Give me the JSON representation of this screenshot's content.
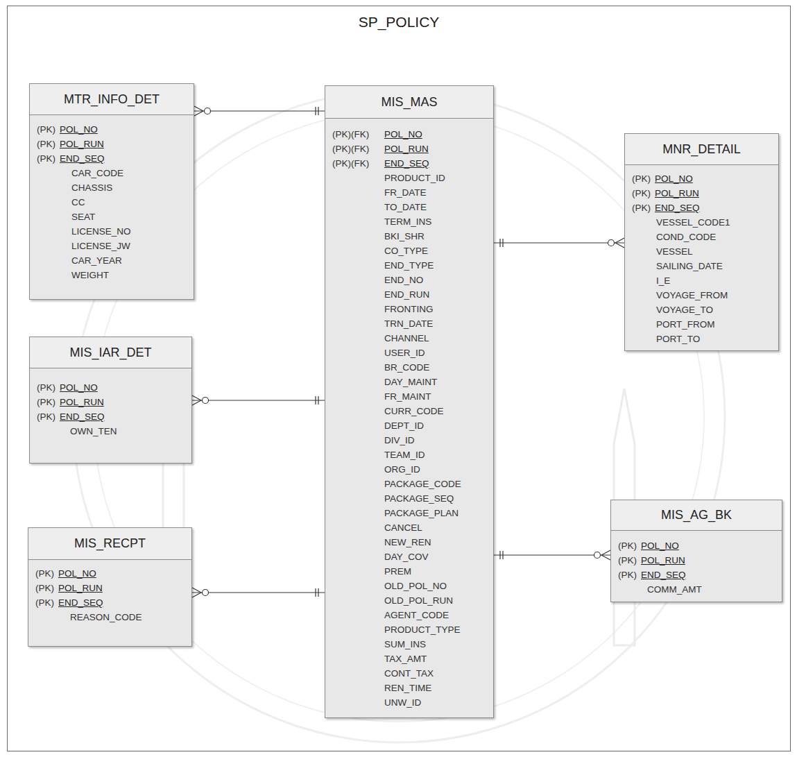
{
  "diagram": {
    "nodes": [
      {
        "text": [
          "SP_POLICY"
        ]
      },
      {
        "text": [
          "MTR_INFO_DET",
          "(PK)",
          "POL_NO",
          "(PK)",
          "POL_RUN",
          "(PK)",
          "END_SEQ",
          "CAR_CODE",
          "CHASSIS",
          "CC",
          "SEAT",
          "LICENSE_NO",
          "LICENSE_JW",
          "CAR_YEAR",
          "WEIGHT"
        ],
        "in": 0
      },
      {
        "text": [
          "MIS_MAS",
          "(PK)(FK)",
          "POL_NO",
          "(PK)(FK)",
          "POL_RUN",
          "(PK)(FK)",
          "END_SEQ",
          "PRODUCT_ID",
          "FR_DATE",
          "TO_DATE",
          "TERM_INS",
          "BKI_SHR",
          "CO_TYPE",
          "END_TYPE",
          "END_NO",
          "END_RUN",
          "FRONTING",
          "TRN_DATE",
          "CHANNEL",
          "USER_ID",
          "BR_CODE",
          "DAY_MAINT",
          "FR_MAINT",
          "CURR_CODE",
          "DEPT_ID",
          "DIV_ID",
          "TEAM_ID",
          "ORG_ID",
          "PACKAGE_CODE",
          "PACKAGE_SEQ",
          "PACKAGE_PLAN",
          "CANCEL",
          "NEW_REN",
          "DAY_COV",
          "PREM",
          "OLD_POL_NO",
          "OLD_POL_RUN",
          "AGENT_CODE",
          "PRODUCT_TYPE",
          "SUM_INS",
          "TAX_AMT",
          "CONT_TAX",
          "REN_TIME",
          "UNW_ID"
        ],
        "in": 0
      },
      {
        "text": [
          "MNR_DETAIL",
          "(PK)",
          "POL_NO",
          "(PK)",
          "POL_RUN",
          "(PK)",
          "END_SEQ",
          "VESSEL_CODE1",
          "COND_CODE",
          "VESSEL",
          "SAILING_DATE",
          "I_E",
          "VOYAGE_FROM",
          "VOYAGE_TO",
          "PORT_FROM",
          "PORT_TO"
        ],
        "in": 0
      },
      {
        "text": [
          "MIS_IAR_DET",
          "(PK)",
          "POL_NO",
          "(PK)",
          "POL_RUN",
          "(PK)",
          "END_SEQ",
          "OWN_TEN"
        ],
        "in": 0
      },
      {
        "text": [
          "MIS_AG_BK",
          "(PK)",
          "POL_NO",
          "(PK)",
          "POL_RUN",
          "(PK)",
          "END_SEQ",
          "COMM_AMT"
        ],
        "in": 0
      },
      {
        "text": [
          "MIS_RECPT",
          "(PK)",
          "POL_NO",
          "(PK)",
          "POL_RUN",
          "(PK)",
          "END_SEQ",
          "REASON_CODE"
        ],
        "in": 0
      }
    ],
    "edges": [
      {
        "from": 2,
        "to": 1,
        "arrow": "both"
      },
      {
        "from": 2,
        "to": 3,
        "arrow": "both"
      },
      {
        "from": 2,
        "to": 4,
        "arrow": "both"
      },
      {
        "from": 2,
        "to": 5,
        "arrow": "both"
      },
      {
        "from": 2,
        "to": 6,
        "arrow": "both"
      }
    ]
  }
}
